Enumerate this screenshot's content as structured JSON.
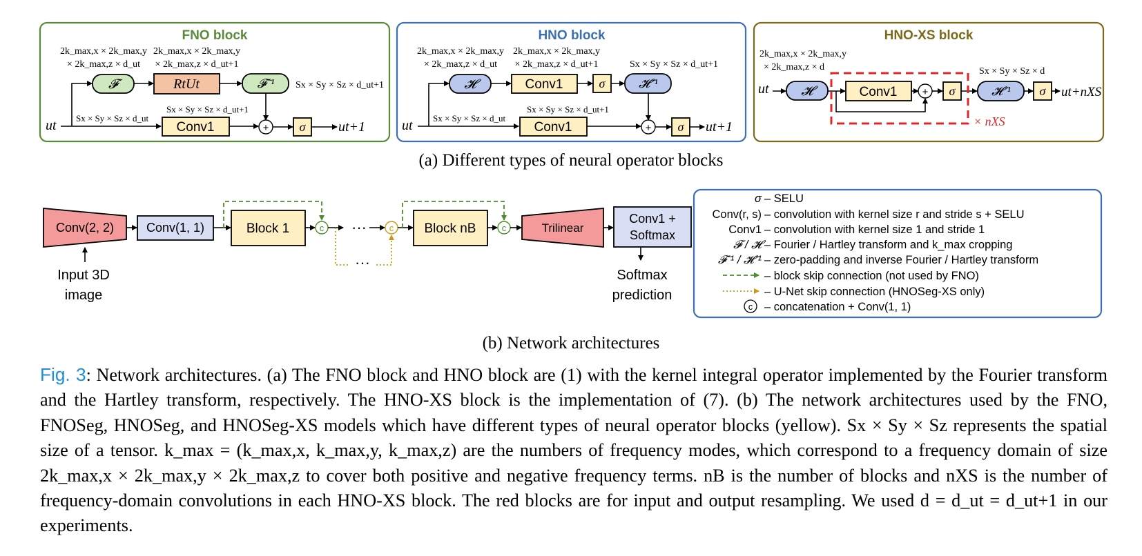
{
  "panel_a": {
    "fno": {
      "title": "FNO block",
      "dims_left_1": "2k_max,x × 2k_max,y",
      "dims_left_2": "× 2k_max,z × d_ut",
      "dims_mid_1": "2k_max,x × 2k_max,y",
      "dims_mid_2": "× 2k_max,z × d_ut+1",
      "dims_right": "Sx × Sy × Sz × d_ut+1",
      "dims_bottom_left": "Sx × Sy × Sz × d_ut",
      "dims_bottom_mid": "Sx × Sy × Sz × d_ut+1",
      "op_f": "𝓕",
      "op_r": "RtUt",
      "op_finv": "𝓕⁻¹",
      "conv": "Conv1",
      "sigma": "σ",
      "plus": "+",
      "input": "ut",
      "output": "ut+1"
    },
    "hno": {
      "title": "HNO block",
      "dims_left_1": "2k_max,x × 2k_max,y",
      "dims_left_2": "× 2k_max,z × d_ut",
      "dims_mid_1": "2k_max,x × 2k_max,y",
      "dims_mid_2": "× 2k_max,z × d_ut+1",
      "dims_right": "Sx × Sy × Sz × d_ut+1",
      "dims_bottom_left": "Sx × Sy × Sz × d_ut",
      "dims_bottom_mid": "Sx × Sy × Sz × d_ut+1",
      "op_h": "𝓗",
      "conv_top": "Conv1",
      "op_hinv": "𝓗⁻¹",
      "conv": "Conv1",
      "sigma": "σ",
      "plus": "+",
      "input": "ut",
      "output": "ut+1"
    },
    "hnoxs": {
      "title": "HNO-XS block",
      "dims_left_1": "2k_max,x × 2k_max,y",
      "dims_left_2": "× 2k_max,z × d",
      "dims_right": "Sx × Sy × Sz × d",
      "op_h": "𝓗",
      "conv": "Conv1",
      "op_hinv": "𝓗⁻¹",
      "sigma": "σ",
      "plus": "+",
      "input": "ut",
      "output": "ut+nXS",
      "repeat": "× nXS"
    },
    "caption": "(a) Different types of neural operator blocks"
  },
  "panel_b": {
    "conv22": "Conv(2, 2)",
    "conv11": "Conv(1, 1)",
    "block1": "Block 1",
    "blocknb": "Block nB",
    "trilinear": "Trilinear",
    "conv1_softmax_1": "Conv1 +",
    "conv1_softmax_2": "Softmax",
    "concat": "c",
    "dots": "···",
    "input_label_1": "Input 3D",
    "input_label_2": "image",
    "output_label_1": "Softmax",
    "output_label_2": "prediction",
    "caption": "(b) Network architectures",
    "legend": [
      {
        "key": "σ",
        "text": "– SELU"
      },
      {
        "key": "Conv(r, s)",
        "text": "– convolution with kernel size r and stride s + SELU"
      },
      {
        "key": "Conv1",
        "text": "– convolution with kernel size 1 and stride 1"
      },
      {
        "key": "𝓕 / 𝓗",
        "text": "– Fourier / Hartley transform and k_max cropping"
      },
      {
        "key": "𝓕⁻¹ / 𝓗⁻¹",
        "text": "– zero-padding and inverse Fourier / Hartley transform"
      },
      {
        "key": "",
        "text": "– block skip connection (not used by FNO)"
      },
      {
        "key": "",
        "text": "– U-Net skip connection (HNOSeg-XS only)"
      },
      {
        "key": "c",
        "text": "– concatenation + Conv(1, 1)"
      }
    ]
  },
  "caption": {
    "label": "Fig. 3",
    "text": ": Network architectures. (a) The FNO block and HNO block are (1) with the kernel integral operator implemented by the Fourier transform and the Hartley transform, respectively. The HNO-XS block is the implementation of (7). (b) The network architectures used by the FNO, FNOSeg, HNOSeg, and HNOSeg-XS models which have different types of neural operator blocks (yellow). Sx × Sy × Sz represents the spatial size of a tensor. k_max = (k_max,x, k_max,y, k_max,z) are the numbers of frequency modes, which correspond to a frequency domain of size 2k_max,x × 2k_max,y × 2k_max,z to cover both positive and negative frequency terms. nB is the number of blocks and nXS is the number of frequency-domain convolutions in each HNO-XS block. The red blocks are for input and output resampling. We used d = d_ut = d_ut+1 in our experiments."
  },
  "colors": {
    "fno_border": "#5a8a3a",
    "hno_border": "#3b6fb6",
    "hnoxs_border": "#7a6a1a",
    "green_fill": "#cfe8c0",
    "orange_fill": "#f4c3a4",
    "blue_fill": "#b9c8ec",
    "yellow_fill": "#fff0c4",
    "red_fill": "#f49a9a",
    "light_blue_fill": "#d8def4",
    "red_dash": "#e0262a",
    "skip_green": "#4c8a2c",
    "skip_gold": "#c79a16",
    "fig_label": "#1f8fd6"
  }
}
